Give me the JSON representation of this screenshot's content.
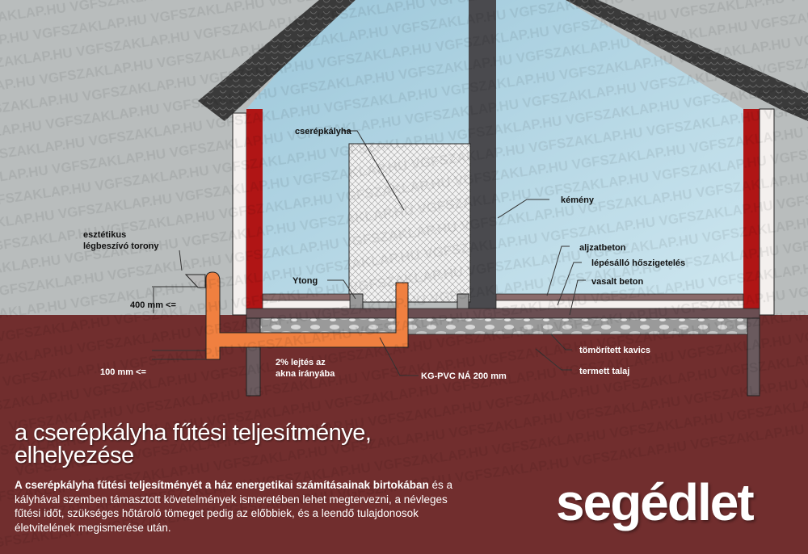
{
  "watermark": "VGFSZAKLAP.HU",
  "labels": {
    "tower": [
      "esztétikus",
      "légbeszívó torony"
    ],
    "height_400": "400 mm <=",
    "depth_100": "100 mm <=",
    "ytong": "Ytong",
    "stove": "cserépkályha",
    "chimney": "kémény",
    "slope": [
      "2% lejtés az",
      "akna irányába"
    ],
    "pipe": "KG-PVC NÁ 200 mm",
    "screed": "aljzatbeton",
    "insulation": "lépésálló hőszigetelés",
    "reinforced": "vasalt beton",
    "gravel": "tömörített kavics",
    "soil": "termett talaj"
  },
  "title": [
    "a cserépkályha fűtési teljesítménye,",
    "elhelyezése"
  ],
  "body": {
    "bold": "A cserépkályha fűtési teljesítményét a ház energetikai számításainak birtokában",
    "rest": " és a kályhával szemben támasztott követelmények ismeretében lehet megtervezni, a névleges fűtési időt, szükséges hőtároló tömeget pedig az előbbiek, és a leendő tulajdonosok életvitelének megismerése után."
  },
  "brand": "segédlet",
  "colors": {
    "soil": "#7b3232",
    "sky": "#b9bdbd",
    "interior": "#a9cfe0",
    "pipe": "#f08040",
    "red_column": "#b01515"
  }
}
